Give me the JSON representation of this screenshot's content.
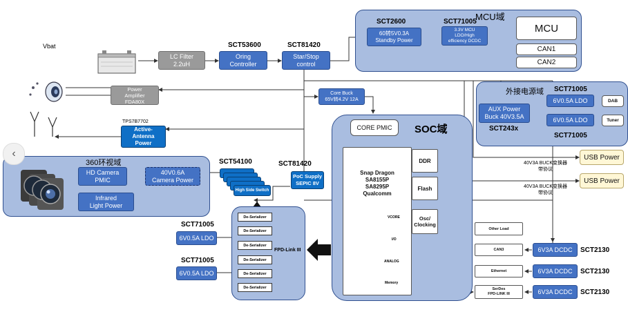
{
  "labels": {
    "vbat": "Vbat",
    "mcu_domain": "MCU域",
    "soc_domain": "SOC域",
    "ext_power_domain": "外接电源域",
    "camera_domain": "360环视域",
    "tps": "TPS7B7702",
    "lc_filter": "LC Filter\n2.2uH",
    "sct53600": "SCT53600",
    "oring": "Oring\nController",
    "sct81420_top": "SCT81420",
    "star_stop": "Star/Stop\ncontrol",
    "sct2600": "SCT2600",
    "standby": "60转5V0.3A\nStandby Power",
    "sct71005_mcu": "SCT71005",
    "mcu_ldo": "3.3V MCU\nLDO/High\nefficiency DCDC",
    "mcu": "MCU",
    "can1": "CAN1",
    "can2": "CAN2",
    "power_amp": "Power\nAmplifier\nFDA80X",
    "core_buck": "Core Buck\n65V转4.2V 12A",
    "active_antenna": "Active-\nAntenna\nPower",
    "aux_power": "AUX Power\nBuck 40V3.5A",
    "sct243x": "SCT243x",
    "sct71005_ext_top": "SCT71005",
    "sct71005_ext_bottom": "SCT71005",
    "ldo_dab": "6V0.5A LDO",
    "ldo_tuner": "6V0.5A LDO",
    "dab": "DAB",
    "tuner": "Tuner",
    "usb_power_1": "USB Power",
    "usb_power_2": "USB Power",
    "usb_note_1": "40V3A BUCK变换器\n带协议",
    "usb_note_2": "40V3A BUCK变换器\n带协议",
    "core_pmic": "CORE PMIC",
    "snapdragon": "Snap Dragon\nSA8155P\nSA8295P\nQualcomm",
    "vcore": "VCORE",
    "io": "I/O",
    "analog": "ANALOG",
    "memory": "Memory",
    "ddr": "DDR",
    "flash": "Flash",
    "osc": "Osc/\nClocking",
    "hd_camera": "HD Camera\nPMIC",
    "camera_power": "40V0.6A\nCamera Power",
    "infrared": "Infrared\nLight Power",
    "sct54100": "SCT54100",
    "high_side_switch": "High Side Switch",
    "sct81420_poc": "SCT81420",
    "poc_supply": "PoC Supply\nSEPIC 8V",
    "fpd_link": "FPD-Link III",
    "deserializer": "De-Serializer",
    "sct71005_left_1": "SCT71005",
    "sct71005_left_2": "SCT71005",
    "ldo_left_1": "6V0.5A LDO",
    "ldo_left_2": "6V0.5A LDO",
    "other_load": "Other Load",
    "can3": "CAN3",
    "ethernet": "Ethernet",
    "serdes": "SerDes\nFPD-LINK III",
    "dcdc_1": "6V3A DCDC",
    "dcdc_2": "6V3A DCDC",
    "dcdc_3": "6V3A DCDC",
    "sct2130_1": "SCT2130",
    "sct2130_2": "SCT2130",
    "sct2130_3": "SCT2130"
  },
  "colors": {
    "region_fill": "#a9bde0",
    "block_blue": "#4472c4",
    "block_dark_blue": "#0f6fc6",
    "block_gray": "#9a9a9a",
    "usb_fill": "#fff7d6"
  }
}
